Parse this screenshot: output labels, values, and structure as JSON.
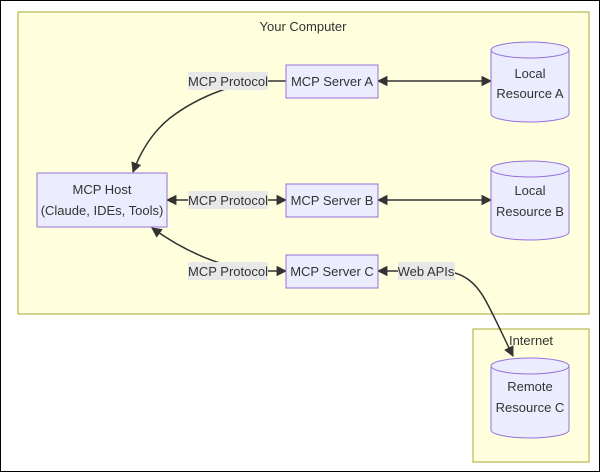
{
  "groups": {
    "computer": "Your Computer",
    "internet": "Internet"
  },
  "nodes": {
    "host": {
      "line1": "MCP Host",
      "line2": "(Claude, IDEs, Tools)"
    },
    "server_a": "MCP Server A",
    "server_b": "MCP Server B",
    "server_c": "MCP Server C",
    "resource_a": {
      "line1": "Local",
      "line2": "Resource A"
    },
    "resource_b": {
      "line1": "Local",
      "line2": "Resource B"
    },
    "resource_c": {
      "line1": "Remote",
      "line2": "Resource C"
    }
  },
  "edge_labels": {
    "host_a": "MCP Protocol",
    "host_b": "MCP Protocol",
    "host_c": "MCP Protocol",
    "c_remote": "Web APIs"
  },
  "colors": {
    "group_fill": "#ffffde",
    "group_stroke": "#aaaa33",
    "node_fill": "#ececff",
    "node_stroke": "#9370db",
    "edge": "#333333",
    "edge_label_bg": "#e8e8e8",
    "text": "#333333",
    "frame": "#000000"
  }
}
